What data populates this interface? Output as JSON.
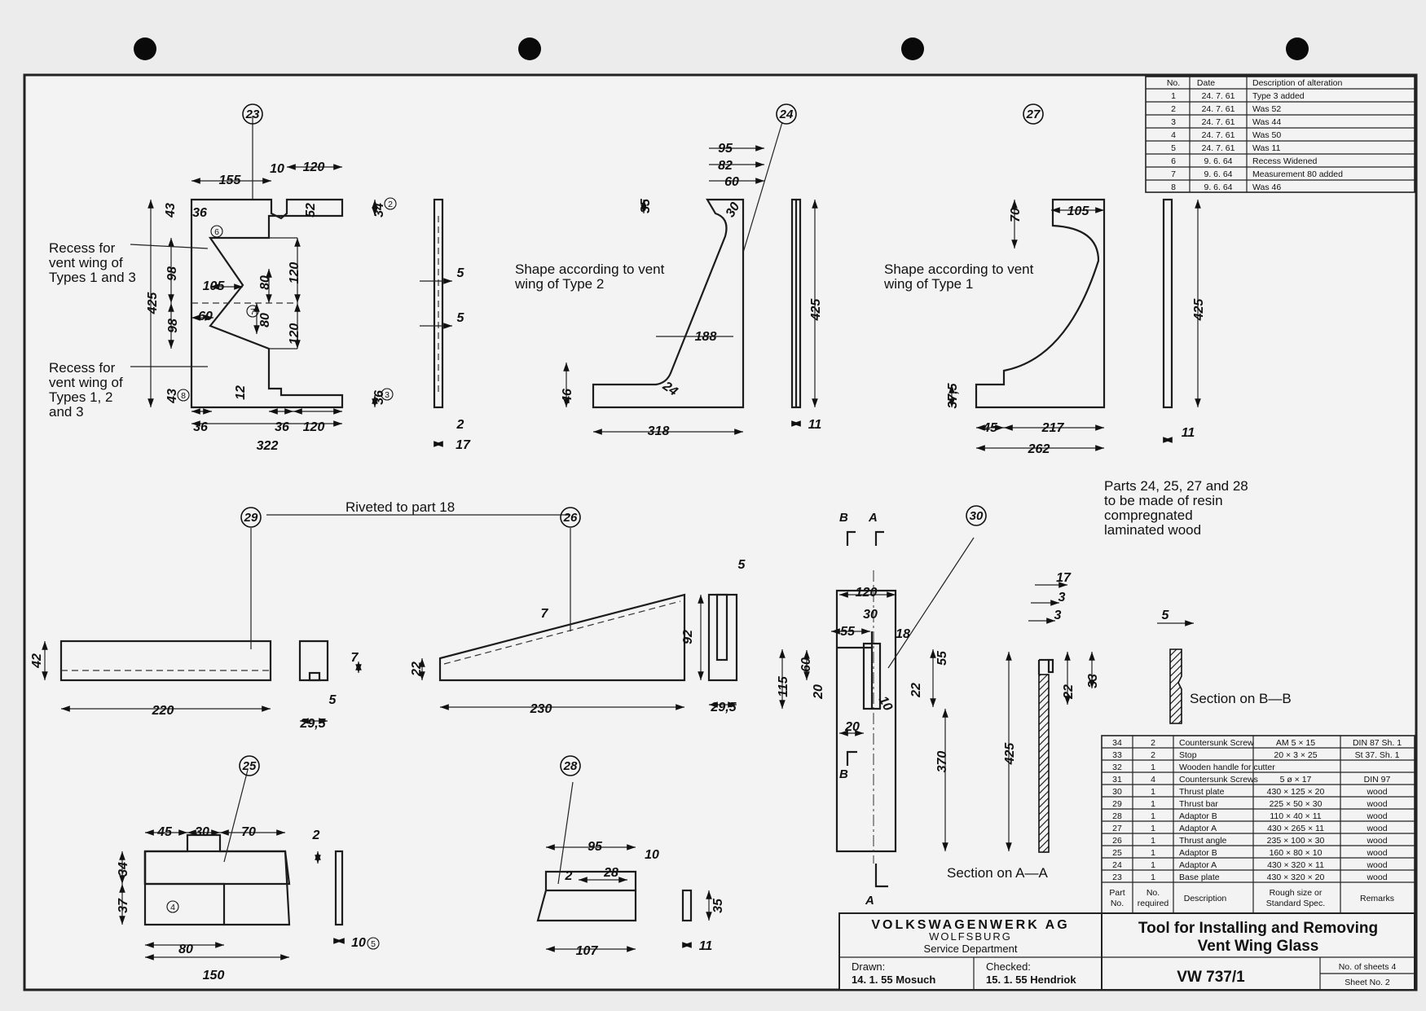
{
  "notes": {
    "recess_types_1_3": [
      "Recess for",
      "vent wing of",
      "Types 1 and 3"
    ],
    "recess_types_1_2_3": [
      "Recess for",
      "vent wing of",
      "Types 1, 2",
      "and 3"
    ],
    "shape_type2": [
      "Shape according to vent",
      "wing of Type 2"
    ],
    "shape_type1": [
      "Shape according to vent",
      "wing of Type 1"
    ],
    "material": [
      "Parts 24, 25, 27 and 28",
      "to be made of resin",
      "compregnated",
      "laminated wood"
    ],
    "riveted": "Riveted to part 18",
    "section_aa": "Section on A—A",
    "section_bb": "Section on B—B",
    "sec_a": "A",
    "sec_b": "B"
  },
  "bubbles": {
    "p23": "23",
    "p24": "24",
    "p27": "27",
    "p29": "29",
    "p26": "26",
    "p30": "30",
    "p25": "25",
    "p28": "28",
    "s2": "2",
    "s3": "3",
    "s4": "4",
    "s5": "5",
    "s6": "6",
    "s7": "7",
    "s8": "8"
  },
  "dims": {
    "d155": "155",
    "d10a": "10",
    "d120a": "120",
    "d43a": "43",
    "d36a": "36",
    "d52": "52",
    "d34a": "34",
    "d425a": "425",
    "d98a": "98",
    "d98b": "98",
    "d105a": "105",
    "d60a": "60",
    "d80a": "80",
    "d80b": "80",
    "d120b": "120",
    "d120c": "120",
    "d43b": "43",
    "d12": "12",
    "d36b": "36",
    "d36c": "36",
    "d36d": "36",
    "d120d": "120",
    "d322": "322",
    "d5a": "5",
    "d5b": "5",
    "d2a": "2",
    "d17a": "17",
    "d95a": "95",
    "d82": "82",
    "d60b": "60",
    "d35a": "35",
    "d30a": "30",
    "d188": "188",
    "d46": "46",
    "d24": "24",
    "d318": "318",
    "d425b": "425",
    "d11a": "11",
    "d70a": "70",
    "d105b": "105",
    "d37_5": "37,5",
    "d45a": "45",
    "d217": "217",
    "d262": "262",
    "d425c": "425",
    "d11b": "11",
    "d42": "42",
    "d220": "220",
    "d7a": "7",
    "d5c": "5",
    "d29_5a": "29,5",
    "d22a": "22",
    "d7b": "7",
    "d92": "92",
    "d230": "230",
    "d5d": "5",
    "d29_5b": "29,5",
    "d120e": "120",
    "d30b": "30",
    "d55a": "55",
    "d18": "18",
    "d115": "115",
    "d60c": "60",
    "d20a": "20",
    "d55b": "55",
    "d22b": "22",
    "d10b": "10",
    "d20b": "20",
    "d370": "370",
    "d17b": "17",
    "d3a": "3",
    "d3b": "3",
    "d425d": "425",
    "d22c": "22",
    "d33": "33",
    "d5e": "5",
    "d45b": "45",
    "d30c": "30",
    "d70b": "70",
    "d2b": "2",
    "d34b": "34",
    "d37": "37",
    "d80c": "80",
    "d150": "150",
    "d10c": "10",
    "d95b": "95",
    "d10d": "10",
    "d28": "28",
    "d2c": "2",
    "d35b": "35",
    "d107": "107",
    "d11c": "11"
  },
  "alterations": {
    "headers": [
      "No.",
      "Date",
      "Description of alteration"
    ],
    "rows": [
      [
        "1",
        "24. 7. 61",
        "Type 3 added"
      ],
      [
        "2",
        "24. 7. 61",
        "Was 52"
      ],
      [
        "3",
        "24. 7. 61",
        "Was 44"
      ],
      [
        "4",
        "24. 7. 61",
        "Was 50"
      ],
      [
        "5",
        "24. 7. 61",
        "Was 11"
      ],
      [
        "6",
        "9. 6. 64",
        "Recess Widened"
      ],
      [
        "7",
        "9. 6. 64",
        "Measurement 80 added"
      ],
      [
        "8",
        "9. 6. 64",
        "Was 46"
      ]
    ]
  },
  "parts_list": {
    "headers": {
      "part_no": [
        "Part",
        "No."
      ],
      "no_required": [
        "No.",
        "required"
      ],
      "description": "Description",
      "rough_size": [
        "Rough size or",
        "Standard Spec."
      ],
      "remarks": "Remarks"
    },
    "rows": [
      [
        "34",
        "2",
        "Countersunk Screw",
        "AM 5 × 15",
        "DIN 87 Sh. 1"
      ],
      [
        "33",
        "2",
        "Stop",
        "20 ×  3 × 25",
        "St 37. Sh. 1"
      ],
      [
        "32",
        "1",
        "Wooden handle for cutter",
        "",
        ""
      ],
      [
        "31",
        "4",
        "Countersunk Screws",
        "5 ø × 17",
        "DIN 97"
      ],
      [
        "30",
        "1",
        "Thrust plate",
        "430 × 125 × 20",
        "wood"
      ],
      [
        "29",
        "1",
        "Thrust bar",
        "225 ×  50 × 30",
        "wood"
      ],
      [
        "28",
        "1",
        "Adaptor B",
        "110 ×  40 × 11",
        "wood"
      ],
      [
        "27",
        "1",
        "Adaptor A",
        "430 × 265 × 11",
        "wood"
      ],
      [
        "26",
        "1",
        "Thrust angle",
        "235 × 100 × 30",
        "wood"
      ],
      [
        "25",
        "1",
        "Adaptor B",
        "160 ×  80 × 10",
        "wood"
      ],
      [
        "24",
        "1",
        "Adaptor A",
        "430 × 320 × 11",
        "wood"
      ],
      [
        "23",
        "1",
        "Base plate",
        "430 × 320 × 20",
        "wood"
      ]
    ]
  },
  "title_block": {
    "company": "VOLKSWAGENWERK AG",
    "city": "WOLFSBURG",
    "department": "Service Department",
    "drawn_label": "Drawn:",
    "drawn_value": "14. 1. 55 Mosuch",
    "checked_label": "Checked:",
    "checked_value": "15. 1. 55 Hendriok",
    "title_line1": "Tool for Installing and Removing",
    "title_line2": "Vent Wing Glass",
    "drawing_no": "VW 737/1",
    "sheets_label": "No. of sheets 4",
    "sheet_label": "Sheet No. 2"
  }
}
